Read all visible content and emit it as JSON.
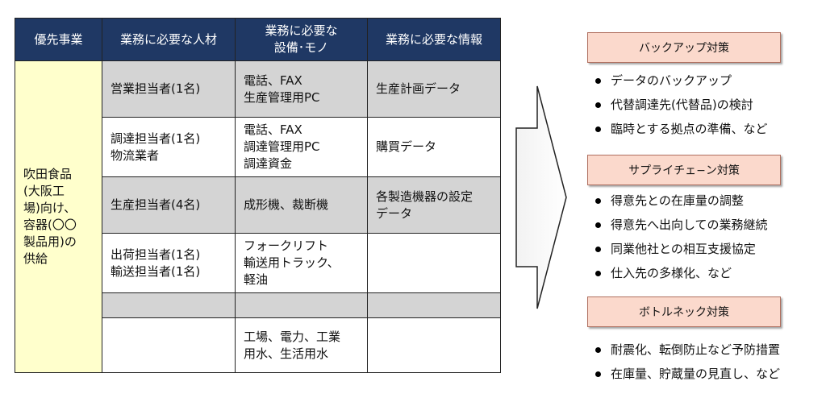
{
  "table": {
    "headers": [
      "優先事業",
      "業務に必要な人材",
      "業務に必要な\n設備･モノ",
      "業務に必要な情報"
    ],
    "priority_business": "吹田食品\n(大阪工\n場)向け、\n容器(〇〇\n製品用)の\n供給",
    "rows": [
      {
        "people": "営業担当者(1名)",
        "equipment": "電話、FAX\n生産管理用PC",
        "info": "生産計画データ"
      },
      {
        "people": "調達担当者(1名)\n物流業者",
        "equipment": "電話、FAX\n調達管理用PC\n調達資金",
        "info": "購買データ"
      },
      {
        "people": "生産担当者(4名)",
        "equipment": "成形機、裁断機",
        "info": "各製造機器の設定\nデータ"
      },
      {
        "people": "出荷担当者(1名)\n輸送担当者(1名)",
        "equipment": "フォークリフト\n輸送用トラック、\n軽油",
        "info": ""
      },
      {
        "people": "",
        "equipment": "",
        "info": ""
      },
      {
        "people": "",
        "equipment": "工場、電力、工業\n用水、生活用水",
        "info": ""
      }
    ]
  },
  "measures": [
    {
      "title": "バックアップ対策",
      "items": [
        "データのバックアップ",
        "代替調達先(代替品)の検討",
        "臨時とする拠点の準備、など"
      ]
    },
    {
      "title": "サプライチェ−ン対策",
      "items": [
        "得意先との在庫量の調整",
        "得意先へ出向しての業務継続",
        "同業他社との相互支援協定",
        "仕入先の多様化、など"
      ]
    },
    {
      "title": "ボトルネック対策",
      "items": [
        "耐震化、転倒防止など予防措置",
        "在庫量、貯蔵量の見直し、など"
      ]
    }
  ]
}
